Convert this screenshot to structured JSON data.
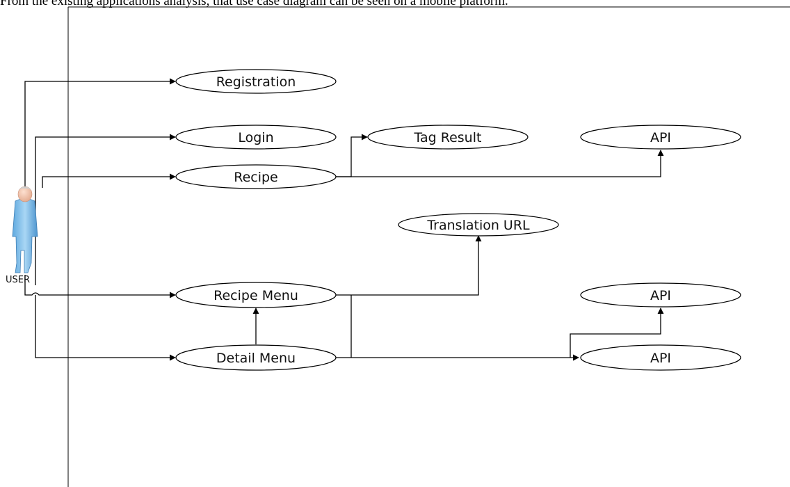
{
  "caption": "From the existing applications analysis, that use case diagram can be seen on a mobile platform.",
  "actor": {
    "label": "USER",
    "icon": "person-icon"
  },
  "use_cases": {
    "registration": "Registration",
    "login": "Login",
    "recipe": "Recipe",
    "tag_result": "Tag Result",
    "api_top": "API",
    "translation_url": "Translation URL",
    "recipe_menu": "Recipe Menu",
    "detail_menu": "Detail Menu",
    "api_middle": "API",
    "api_bottom": "API"
  },
  "relations": [
    {
      "from": "USER",
      "to": "Registration"
    },
    {
      "from": "USER",
      "to": "Login"
    },
    {
      "from": "USER",
      "to": "Recipe"
    },
    {
      "from": "USER",
      "to": "Recipe Menu"
    },
    {
      "from": "USER",
      "to": "Detail Menu"
    },
    {
      "from": "Recipe",
      "to": "Tag Result"
    },
    {
      "from": "Recipe",
      "to": "API"
    },
    {
      "from": "Recipe Menu",
      "to": "Translation URL"
    },
    {
      "from": "Recipe Menu",
      "to": "API"
    },
    {
      "from": "Detail Menu",
      "to": "Recipe Menu"
    },
    {
      "from": "Detail Menu",
      "to": "API"
    }
  ]
}
